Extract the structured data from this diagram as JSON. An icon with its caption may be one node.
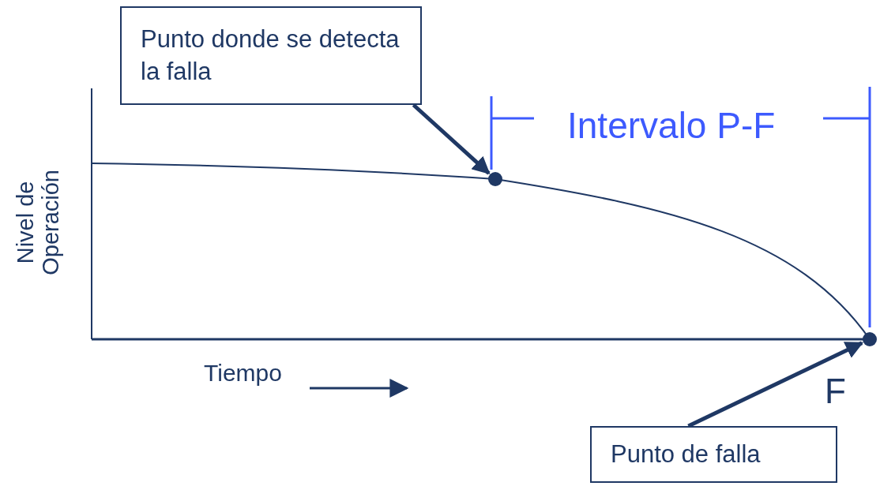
{
  "diagram": {
    "nodes": [
      {
        "text": [
          "Punto donde se detecta la falla"
        ]
      },
      {
        "text": [],
        "shape": "circle"
      },
      {
        "text": [],
        "shape": "circle",
        "beside": [
          "F"
        ]
      },
      {
        "text": [
          "Punto de falla"
        ]
      }
    ],
    "edges": [
      {
        "from": 0,
        "to": 1,
        "arrow": "to"
      },
      {
        "from": 3,
        "to": 2,
        "arrow": "to"
      }
    ],
    "labels": [
      "Intervalo P-F",
      "Nivel de Operación",
      "Tiempo"
    ]
  }
}
